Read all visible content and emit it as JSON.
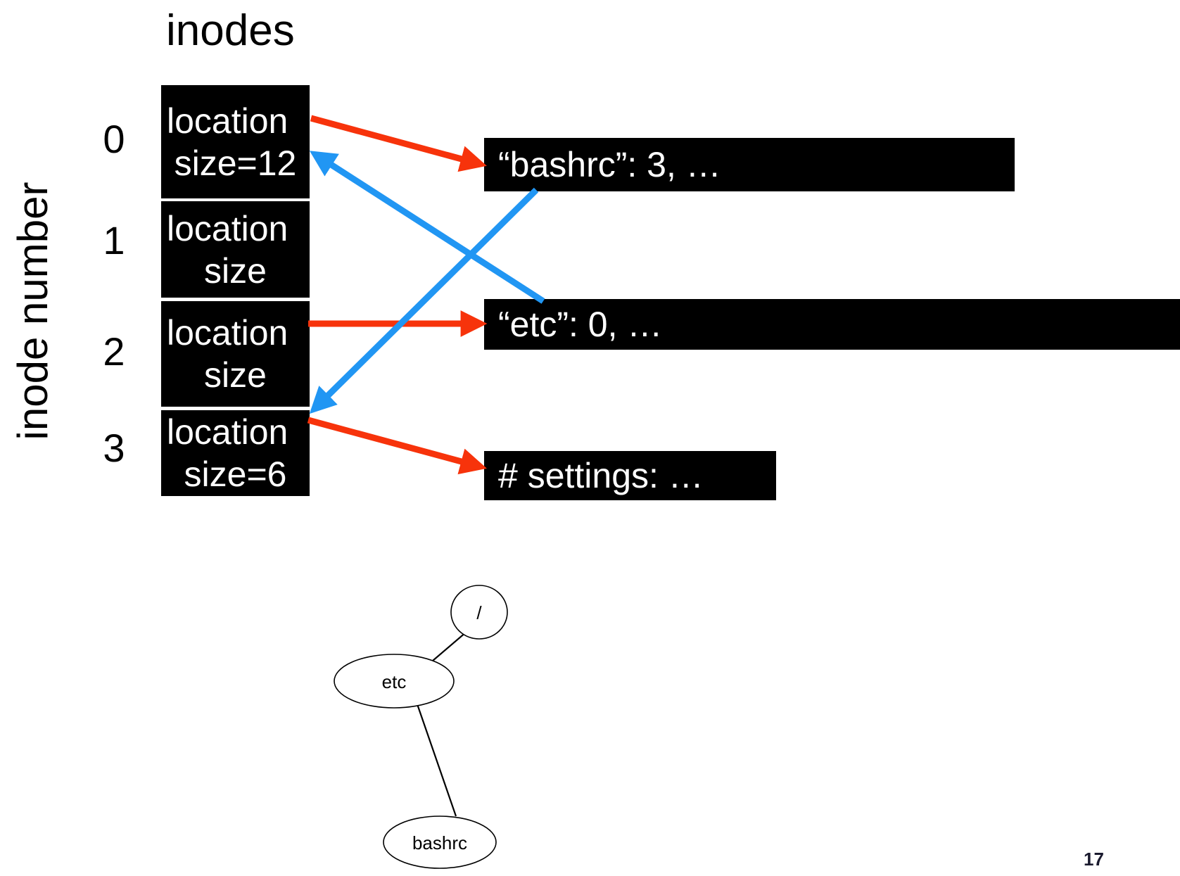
{
  "slide": {
    "title": "inodes",
    "axis_label": "inode number",
    "page_number": "17",
    "colors": {
      "arrow_red": "#F7330B",
      "arrow_blue": "#2196F3",
      "block_bg": "#000000",
      "block_fg": "#FFFFFF",
      "background": "#FFFFFF"
    }
  },
  "inode_table": {
    "numbers": [
      "0",
      "1",
      "2",
      "3"
    ],
    "rows": [
      {
        "index": "0",
        "location": "location",
        "size": "size=12"
      },
      {
        "index": "1",
        "location": "location",
        "size": "size"
      },
      {
        "index": "2",
        "location": "location",
        "size": "size"
      },
      {
        "index": "3",
        "location": "location",
        "size": "size=6"
      }
    ]
  },
  "data_blocks": [
    {
      "id": "bashrc",
      "text": "“bashrc”: 3, …"
    },
    {
      "id": "etc",
      "text": "“etc”: 0, …"
    },
    {
      "id": "settings",
      "text": "# settings: …"
    }
  ],
  "arrows": {
    "red": [
      {
        "from": "inode-0-location",
        "to": "block-bashrc"
      },
      {
        "from": "inode-2-location",
        "to": "block-etc"
      },
      {
        "from": "inode-3-location",
        "to": "block-settings"
      }
    ],
    "blue": [
      {
        "from": "block-bashrc-entry",
        "to": "inode-3"
      },
      {
        "from": "block-etc-entry",
        "to": "inode-0"
      }
    ]
  },
  "tree": {
    "nodes": [
      {
        "id": "root",
        "label": "/"
      },
      {
        "id": "etc",
        "label": "etc"
      },
      {
        "id": "bashrc",
        "label": "bashrc"
      }
    ],
    "edges": [
      {
        "from": "root",
        "to": "etc"
      },
      {
        "from": "etc",
        "to": "bashrc"
      }
    ]
  }
}
